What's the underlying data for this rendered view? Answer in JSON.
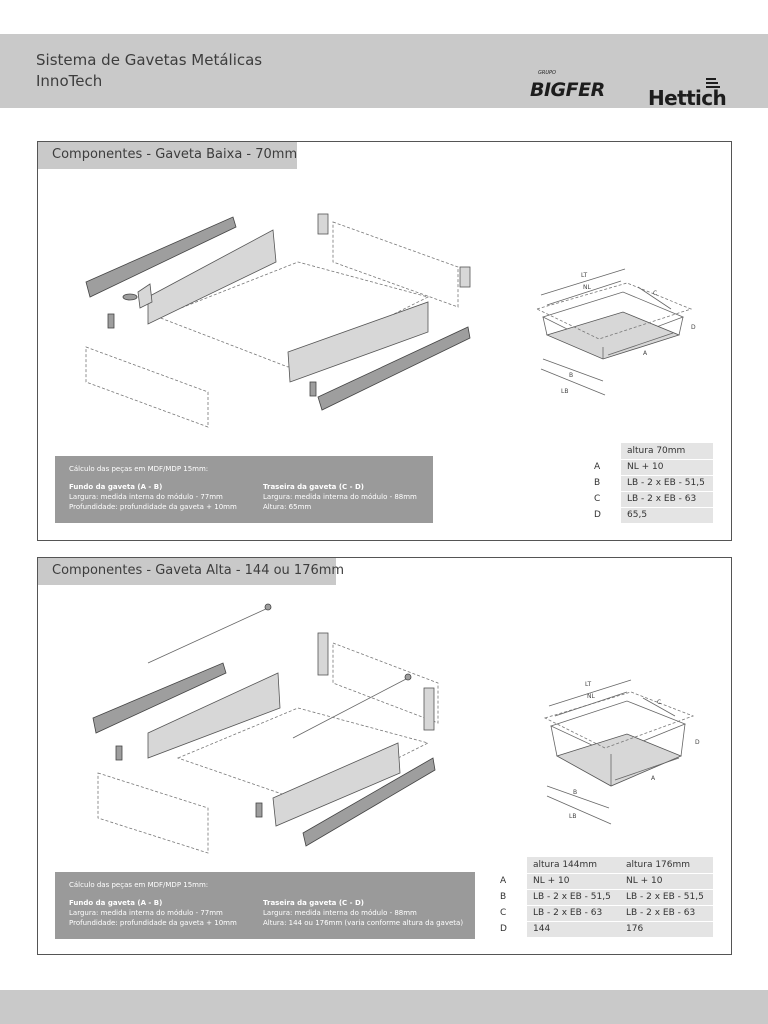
{
  "header": {
    "title_line1": "Sistema de Gavetas Metálicas",
    "title_line2": "InnoTech",
    "brand1": "BIGFER",
    "brand1_small": "GRUPO",
    "brand2": "Hettich"
  },
  "panel_low": {
    "title": "Componentes - Gaveta Baixa - 70mm",
    "calc": {
      "intro": "Cálculo das peças em MDF/MDP 15mm:",
      "col1_title": "Fundo da gaveta (A - B)",
      "col1_line1": "Largura: medida interna do módulo - 77mm",
      "col1_line2": "Profundidade: profundidade da gaveta + 10mm",
      "col2_title": "Traseira da gaveta (C - D)",
      "col2_line1": "Largura: medida interna do módulo - 88mm",
      "col2_line2": "Altura: 65mm"
    },
    "dims": {
      "lt": "LT",
      "nl": "NL",
      "c": "C",
      "d": "D",
      "a": "A",
      "b": "B",
      "lb": "LB"
    },
    "table": {
      "headers": [
        "altura 70mm"
      ],
      "rows": [
        {
          "key": "A",
          "values": [
            "NL + 10"
          ]
        },
        {
          "key": "B",
          "values": [
            "LB - 2 x EB - 51,5"
          ]
        },
        {
          "key": "C",
          "values": [
            "LB - 2 x EB - 63"
          ]
        },
        {
          "key": "D",
          "values": [
            "65,5"
          ]
        }
      ]
    }
  },
  "panel_high": {
    "title": "Componentes - Gaveta Alta - 144 ou 176mm",
    "calc": {
      "intro": "Cálculo das peças em MDF/MDP 15mm:",
      "col1_title": "Fundo da gaveta (A - B)",
      "col1_line1": "Largura: medida interna do módulo - 77mm",
      "col1_line2": "Profundidade: profundidade da gaveta + 10mm",
      "col2_title": "Traseira da gaveta (C - D)",
      "col2_line1": "Largura: medida interna do módulo - 88mm",
      "col2_line2": "Altura: 144 ou 176mm (varia conforme altura da gaveta)"
    },
    "dims": {
      "lt": "LT",
      "nl": "NL",
      "c": "C",
      "d": "D",
      "a": "A",
      "b": "B",
      "lb": "LB"
    },
    "table": {
      "headers": [
        "altura 144mm",
        "altura 176mm"
      ],
      "rows": [
        {
          "key": "A",
          "values": [
            "NL + 10",
            "NL + 10"
          ]
        },
        {
          "key": "B",
          "values": [
            "LB - 2 x EB - 51,5",
            "LB - 2 x EB - 51,5"
          ]
        },
        {
          "key": "C",
          "values": [
            "LB - 2 x EB - 63",
            "LB - 2 x EB - 63"
          ]
        },
        {
          "key": "D",
          "values": [
            "144",
            "176"
          ]
        }
      ]
    }
  },
  "colors": {
    "header_bg": "#c9c9c9",
    "calc_bg": "#9a9a9a",
    "table_bg": "#e4e4e4"
  }
}
